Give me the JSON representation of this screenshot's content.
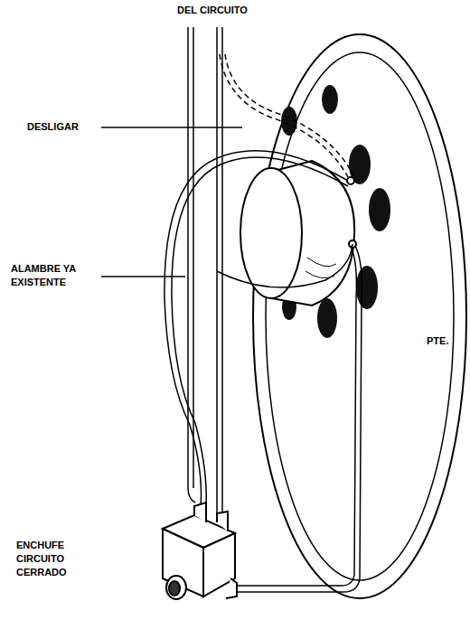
{
  "diagram": {
    "labels": [
      "DEL CIRCUITO",
      "DESLIGAR",
      "ALAMBRE YA EXISTENTE",
      "PTE.",
      "ENCHUFE CIRCUITO CERRADO"
    ]
  }
}
